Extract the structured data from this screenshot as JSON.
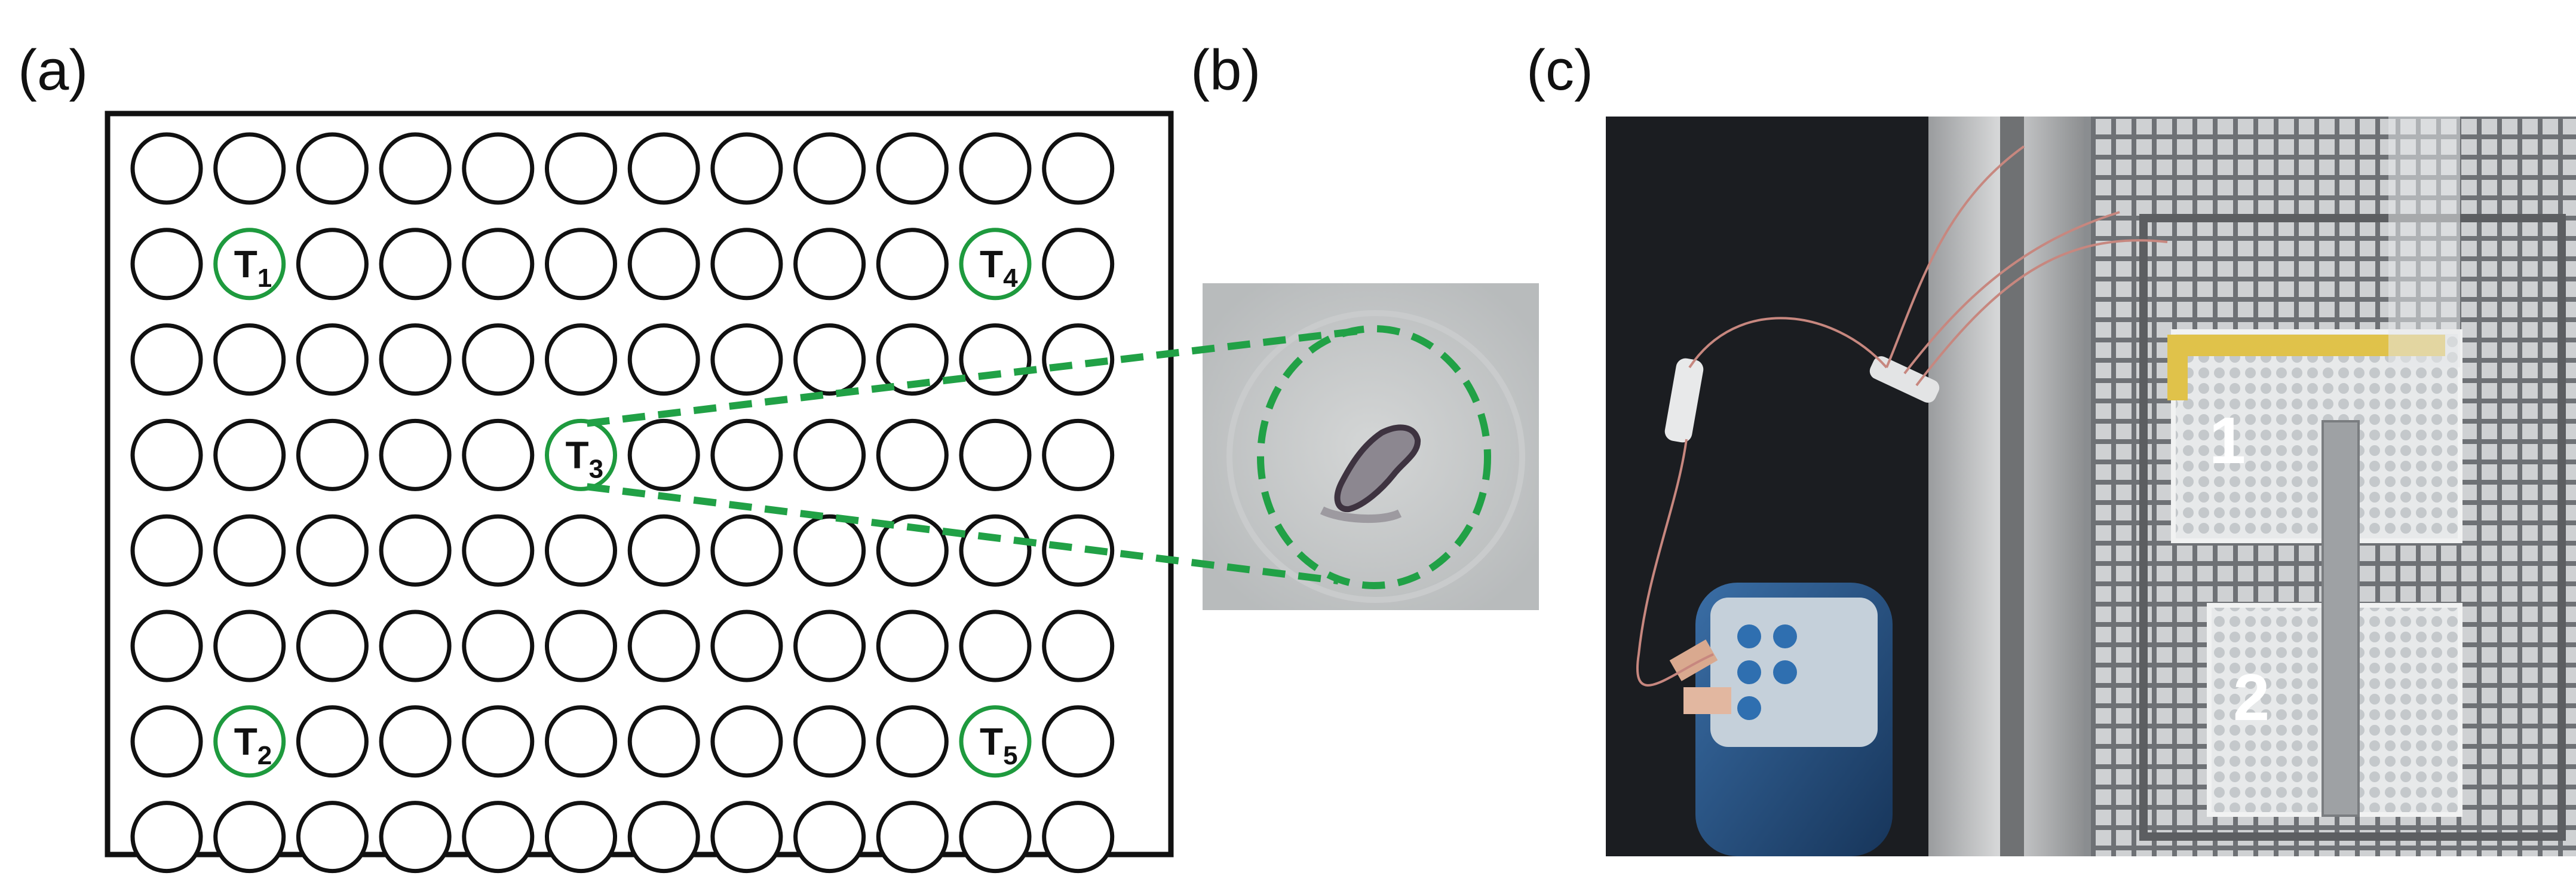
{
  "panels": {
    "a": {
      "label": "(a)"
    },
    "b": {
      "label": "(b)"
    },
    "c": {
      "label": "(c)"
    }
  },
  "plate": {
    "rows": 8,
    "cols": 12,
    "well_stroke": "#111111",
    "highlight_stroke": "#1e9a3e",
    "highlighted_wells": [
      {
        "name": "T1",
        "letter": "T",
        "sub": "1",
        "row": 1,
        "col": 1
      },
      {
        "name": "T4",
        "letter": "T",
        "sub": "4",
        "row": 1,
        "col": 10
      },
      {
        "name": "T3",
        "letter": "T",
        "sub": "3",
        "row": 3,
        "col": 5
      },
      {
        "name": "T2",
        "letter": "T",
        "sub": "2",
        "row": 6,
        "col": 1
      },
      {
        "name": "T5",
        "letter": "T",
        "sub": "5",
        "row": 6,
        "col": 10
      }
    ]
  },
  "zoom": {
    "color": "#21a146",
    "from_well": "T3"
  },
  "photo": {
    "plate_numbers": [
      "1",
      "2"
    ]
  }
}
